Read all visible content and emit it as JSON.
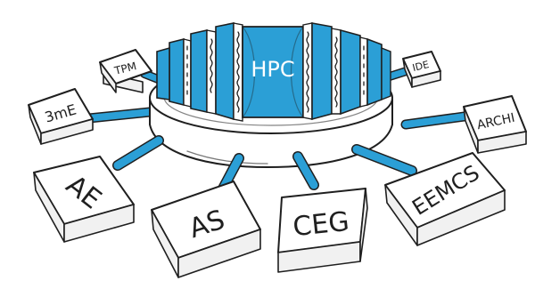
{
  "colors": {
    "accent_blue": "#2b9fd6",
    "light_blue": "#bfe4f5",
    "ink": "#1f1f1f",
    "background": "#ffffff"
  },
  "hub": {
    "label": "HPC"
  },
  "nodes": [
    {
      "id": "tpm",
      "label": "TPM"
    },
    {
      "id": "3me",
      "label": "3mE"
    },
    {
      "id": "ae",
      "label": "AE"
    },
    {
      "id": "as",
      "label": "AS"
    },
    {
      "id": "ceg",
      "label": "CEG"
    },
    {
      "id": "eemcs",
      "label": "EEMCS"
    },
    {
      "id": "archi",
      "label": "ARCHI"
    },
    {
      "id": "ide",
      "label": "IDE"
    }
  ]
}
